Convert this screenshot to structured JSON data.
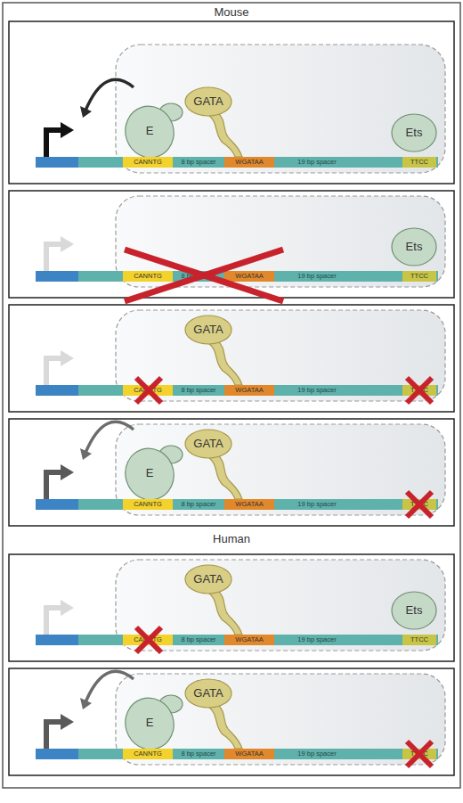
{
  "diagram": {
    "nodes": [
      {
        "text": [
          "E"
        ]
      },
      {
        "text": [
          "GATA"
        ]
      },
      {
        "text": [
          "Ets"
        ]
      },
      {
        "text": [
          "CANNTG"
        ]
      },
      {
        "text": [
          "WGATAA"
        ]
      },
      {
        "text": [
          "TTCC"
        ]
      },
      {
        "text": [
          "Ets"
        ]
      },
      {
        "text": [
          "CANNTG"
        ]
      },
      {
        "text": [
          "WGATAA"
        ]
      },
      {
        "text": [
          "TTCC"
        ]
      },
      {
        "text": [
          "GATA"
        ]
      },
      {
        "text": [
          "CANNTG"
        ]
      },
      {
        "text": [
          "WGATAA"
        ]
      },
      {
        "text": [
          "TTCC"
        ]
      },
      {
        "text": [
          "E"
        ]
      },
      {
        "text": [
          "GATA"
        ]
      },
      {
        "text": [
          "CANNTG"
        ]
      },
      {
        "text": [
          "WGATAA"
        ]
      },
      {
        "text": [
          "TTCC"
        ]
      },
      {
        "text": [
          "GATA"
        ]
      },
      {
        "text": [
          "Ets"
        ]
      },
      {
        "text": [
          "CANNTG"
        ]
      },
      {
        "text": [
          "WGATAA"
        ]
      },
      {
        "text": [
          "TTCC"
        ]
      },
      {
        "text": [
          "E"
        ]
      },
      {
        "text": [
          "GATA"
        ]
      },
      {
        "text": [
          "CANNTG"
        ]
      },
      {
        "text": [
          "WGATAA"
        ]
      },
      {
        "text": [
          "TTCC"
        ]
      }
    ],
    "labels": [
      "Mouse",
      "8 bp spacer",
      "19 bp spacer",
      "8 bp spacer",
      "19 bp spacer",
      "8 bp spacer",
      "19 bp spacer",
      "8 bp spacer",
      "19 bp spacer",
      "Human",
      "8 bp spacer",
      "19 bp spacer",
      "8 bp spacer",
      "19 bp spacer"
    ]
  }
}
